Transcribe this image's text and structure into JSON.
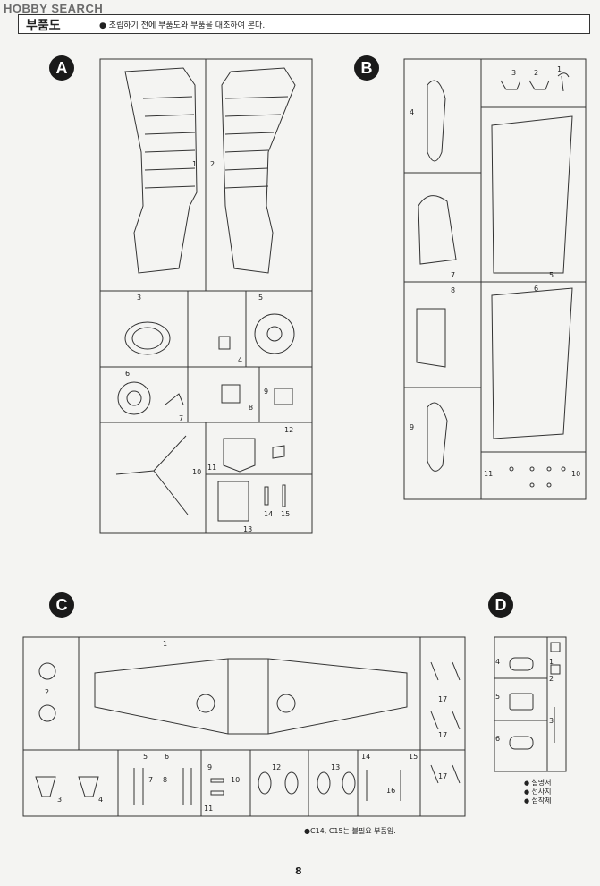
{
  "watermark": "HOBBY SEARCH",
  "header": {
    "title": "부품도",
    "note": "● 조립하기 전에 부품도와 부품을 대조하여 본다."
  },
  "sections": {
    "A": "A",
    "B": "B",
    "C": "C",
    "D": "D"
  },
  "labels": {
    "A": [
      "1",
      "2",
      "3",
      "4",
      "5",
      "6",
      "7",
      "8",
      "9",
      "10",
      "11",
      "12",
      "13",
      "14",
      "15"
    ],
    "B": [
      "1",
      "2",
      "3",
      "4",
      "5",
      "6",
      "7",
      "8",
      "9",
      "10",
      "11"
    ],
    "C": [
      "1",
      "2",
      "3",
      "4",
      "5",
      "6",
      "7",
      "8",
      "9",
      "10",
      "11",
      "12",
      "13",
      "14",
      "15",
      "16",
      "17"
    ],
    "D": [
      "1",
      "2",
      "3",
      "4",
      "5",
      "6"
    ]
  },
  "note_c": "●C14, C15는 불필요 부품임.",
  "legend": {
    "item1": "설명서",
    "item2": "선사지",
    "item3": "접착제"
  },
  "page_number": "8"
}
